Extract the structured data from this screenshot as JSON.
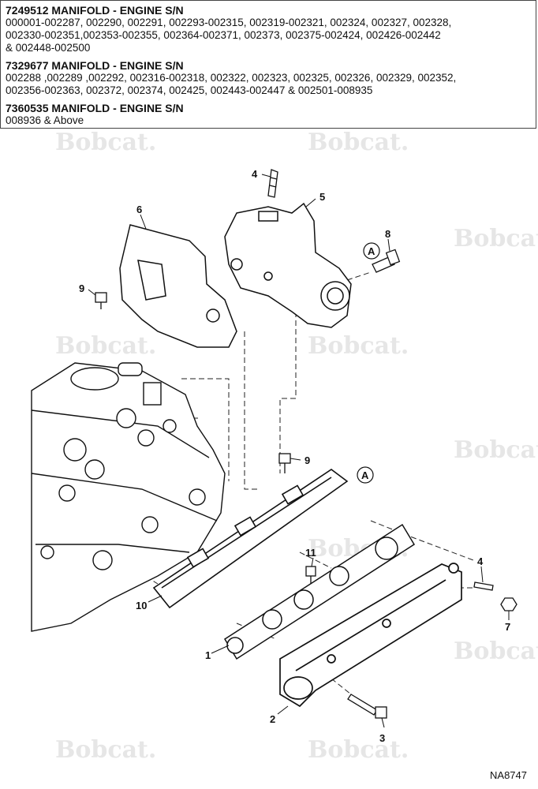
{
  "header": {
    "groups": [
      {
        "title": "7249512 MANIFOLD - ENGINE S/N",
        "lines": [
          "000001-002287, 002290, 002291, 002293-002315, 002319-002321, 002324, 002327, 002328,",
          "002330-002351,002353-002355, 002364-002371, 002373, 002375-002424, 002426-002442",
          "& 002448-002500"
        ]
      },
      {
        "title": "7329677 MANIFOLD - ENGINE S/N",
        "lines": [
          "002288 ,002289 ,002292, 002316-002318, 002322, 002323, 002325, 002326, 002329, 002352,",
          "002356-002363, 002372, 002374, 002425, 002443-002447 & 002501-008935"
        ]
      },
      {
        "title": "7360535 MANIFOLD - ENGINE S/N",
        "lines": [
          "008936 & Above"
        ]
      }
    ]
  },
  "watermark": "Bobcat.",
  "callouts": {
    "c1": "1",
    "c2": "2",
    "c3": "3",
    "c4a": "4",
    "c4b": "4",
    "c5": "5",
    "c6": "6",
    "c7": "7",
    "c8": "8",
    "c9a": "9",
    "c9b": "9",
    "c10": "10",
    "c11": "11",
    "refA1": "A",
    "refA2": "A"
  },
  "figure_id": "NA8747"
}
